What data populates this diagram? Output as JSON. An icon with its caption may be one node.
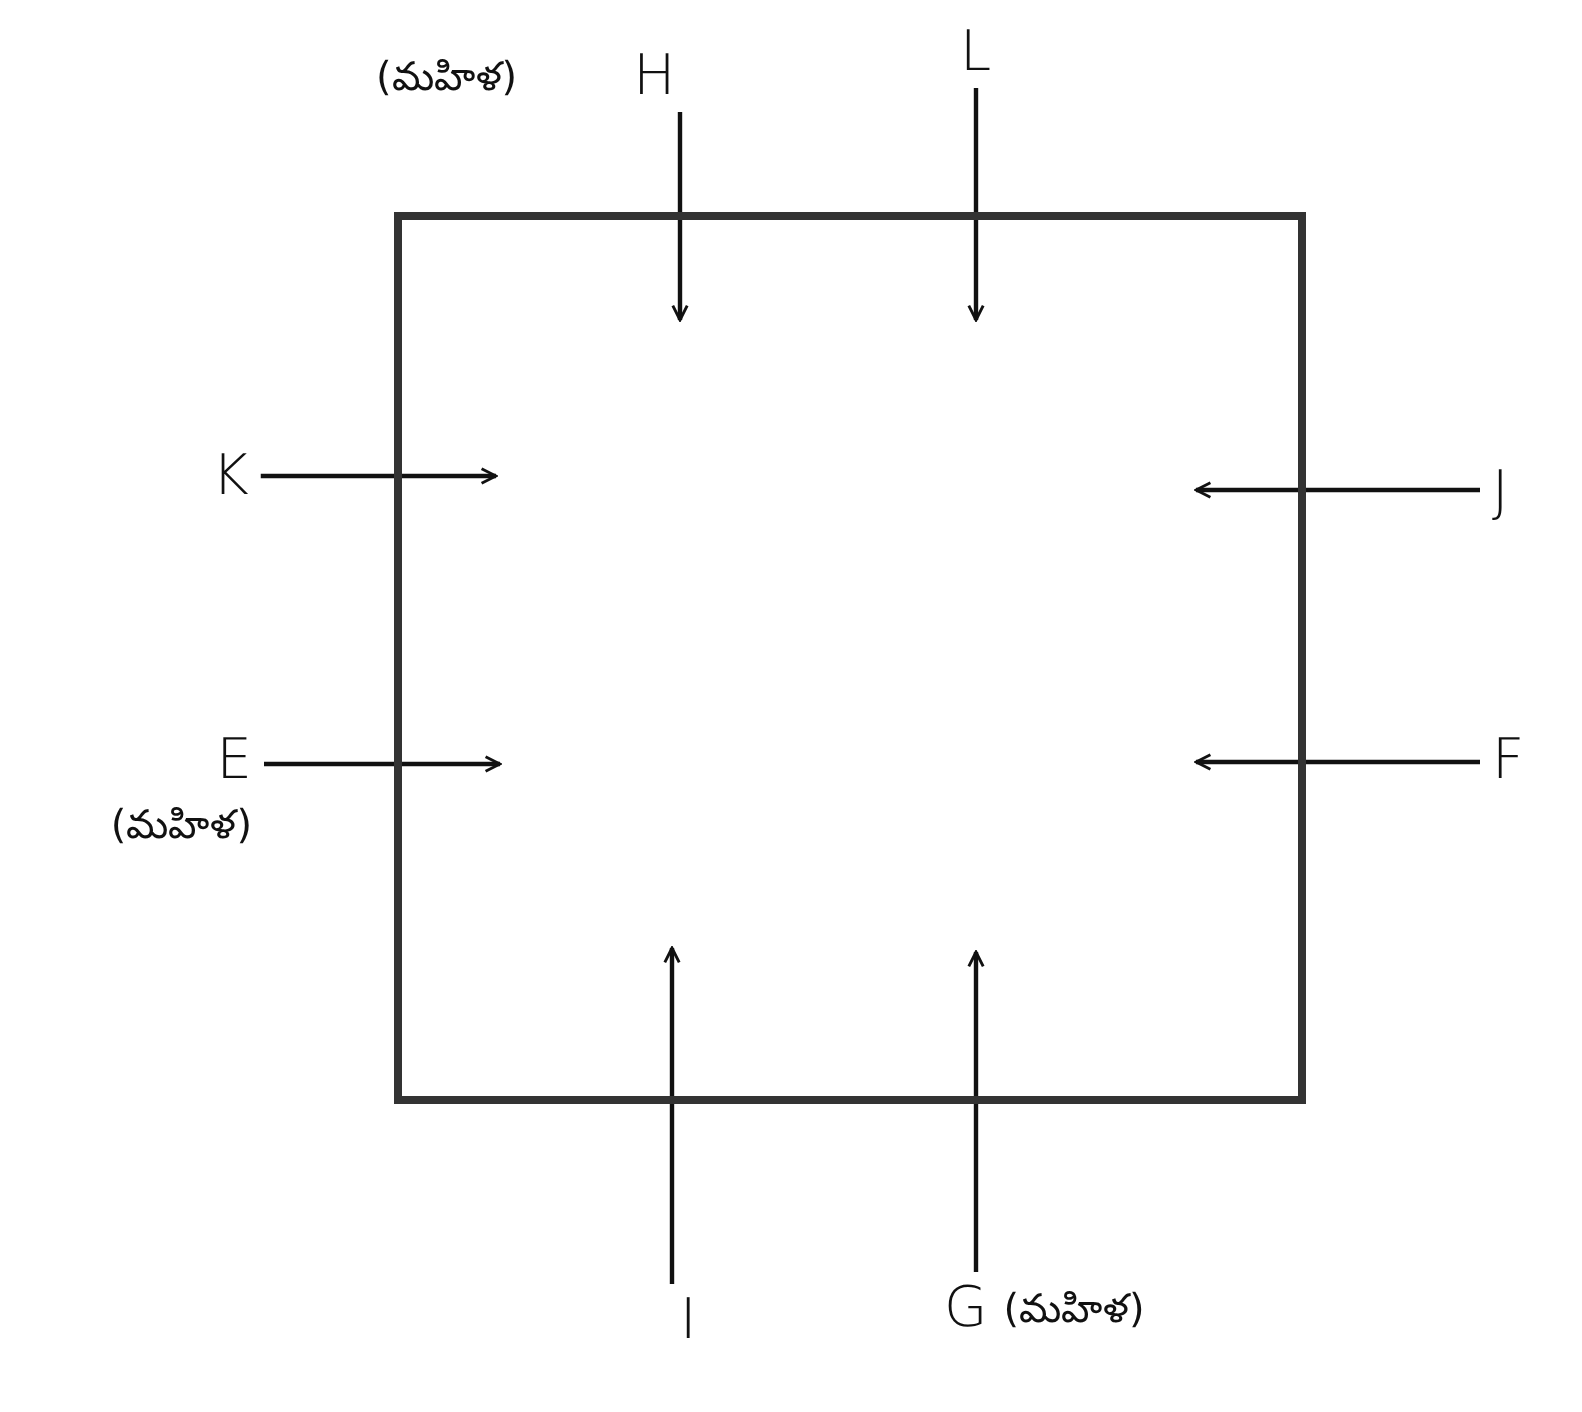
{
  "diagram": {
    "nodes": [
      {
        "text": [],
        "shape": "box"
      },
      {
        "text": [
          "H"
        ],
        "beside": [
          "(మహిళ)"
        ]
      },
      {
        "text": [
          "L"
        ]
      },
      {
        "text": [
          "K"
        ]
      },
      {
        "text": [
          "J"
        ]
      },
      {
        "text": [
          "E"
        ],
        "beside": [
          "(మహిళ)"
        ]
      },
      {
        "text": [
          "F"
        ]
      },
      {
        "text": [
          "I"
        ]
      },
      {
        "text": [
          "G"
        ],
        "beside": [
          "(మహిళ)"
        ]
      }
    ],
    "edges": [
      {
        "from": 1,
        "to": 0,
        "arrow": "to"
      },
      {
        "from": 2,
        "to": 0,
        "arrow": "to"
      },
      {
        "from": 3,
        "to": 0,
        "arrow": "to"
      },
      {
        "from": 4,
        "to": 0,
        "arrow": "to"
      },
      {
        "from": 5,
        "to": 0,
        "arrow": "to"
      },
      {
        "from": 6,
        "to": 0,
        "arrow": "to"
      },
      {
        "from": 7,
        "to": 0,
        "arrow": "to"
      },
      {
        "from": 8,
        "to": 0,
        "arrow": "to"
      }
    ]
  }
}
